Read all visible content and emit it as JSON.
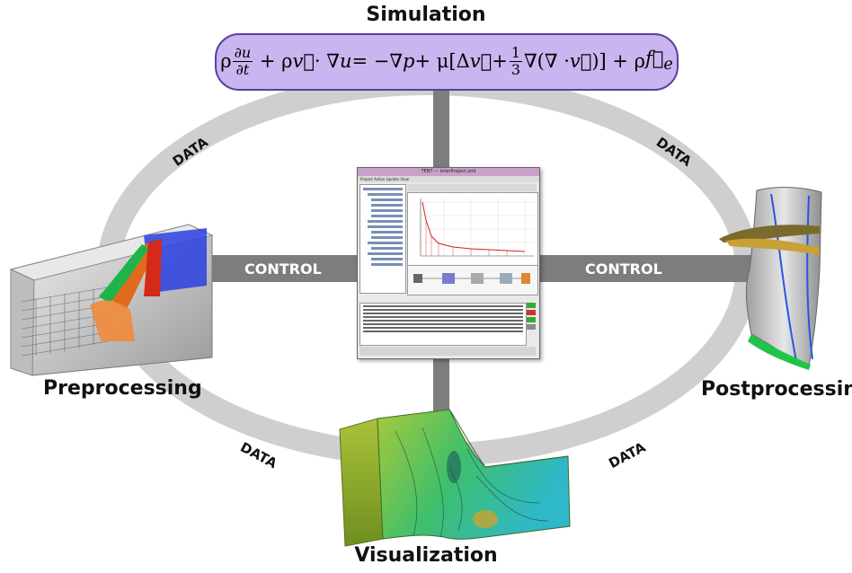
{
  "labels": {
    "simulation": "Simulation",
    "preprocessing": "Preprocessing",
    "postprocessing": "Postprocessing",
    "visualization": "Visualization",
    "control_left": "CONTROL",
    "control_right": "CONTROL",
    "data_top_left": "DATA",
    "data_top_right": "DATA",
    "data_bottom_left": "DATA",
    "data_bottom_right": "DATA"
  },
  "colors": {
    "ring": "#cfcfcf",
    "control_bar": "#7d7d7d",
    "equation_box": "#c9b5f0",
    "equation_border": "#5a3fa0",
    "window_title": "#c9a0c8",
    "plot_line": "#d22020"
  },
  "software_window": {
    "title": "TENT — InterProject.xml",
    "menu": "Project  Action  Update  View"
  }
}
